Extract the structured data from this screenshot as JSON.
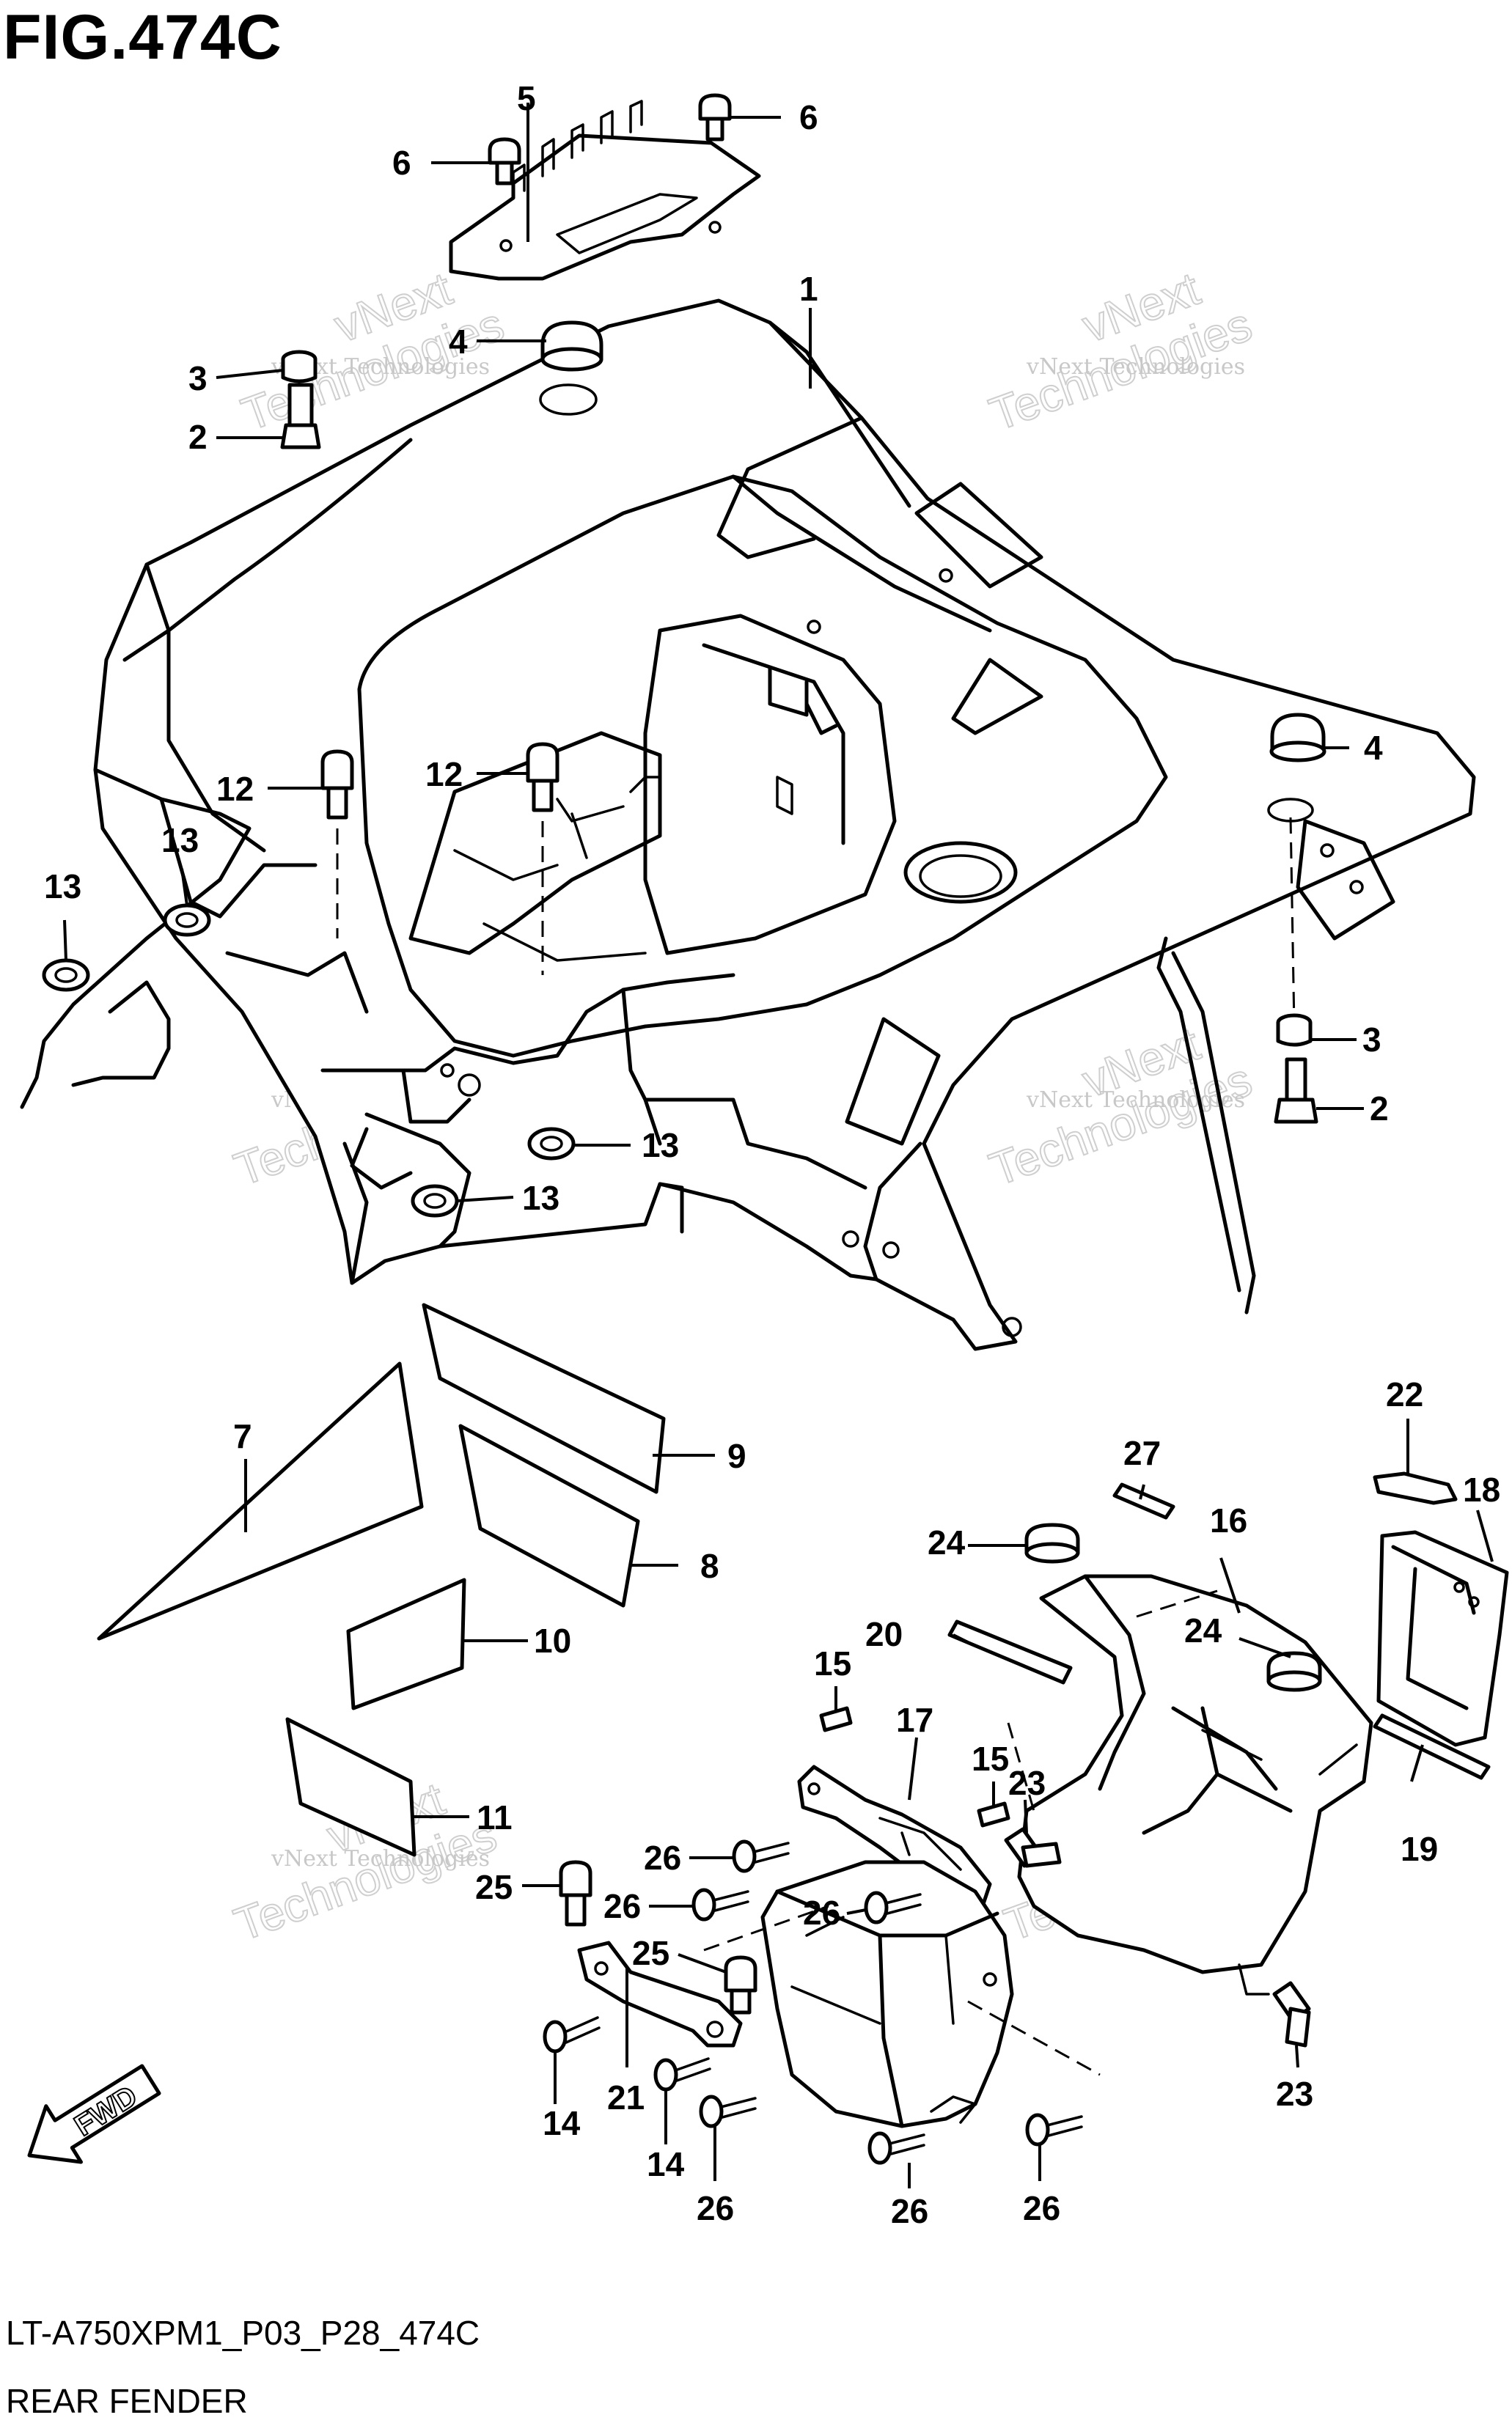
{
  "figure": {
    "title": "FIG.474C",
    "model_code": "LT-A750XPM1_P03_P28_474C",
    "name": "REAR FENDER"
  },
  "watermark": {
    "line1": "vNext",
    "line2": "Technologies",
    "small": "vNext Technologies"
  },
  "fwd_badge": {
    "label": "FWD",
    "icon": "forward-arrow-icon"
  },
  "callouts": [
    {
      "id": "c-1",
      "label": "1"
    },
    {
      "id": "c-2a",
      "label": "2"
    },
    {
      "id": "c-2b",
      "label": "2"
    },
    {
      "id": "c-3a",
      "label": "3"
    },
    {
      "id": "c-3b",
      "label": "3"
    },
    {
      "id": "c-4a",
      "label": "4"
    },
    {
      "id": "c-4b",
      "label": "4"
    },
    {
      "id": "c-5",
      "label": "5"
    },
    {
      "id": "c-6a",
      "label": "6"
    },
    {
      "id": "c-6b",
      "label": "6"
    },
    {
      "id": "c-7",
      "label": "7"
    },
    {
      "id": "c-8",
      "label": "8"
    },
    {
      "id": "c-9",
      "label": "9"
    },
    {
      "id": "c-10",
      "label": "10"
    },
    {
      "id": "c-11",
      "label": "11"
    },
    {
      "id": "c-12a",
      "label": "12"
    },
    {
      "id": "c-12b",
      "label": "12"
    },
    {
      "id": "c-13a",
      "label": "13"
    },
    {
      "id": "c-13b",
      "label": "13"
    },
    {
      "id": "c-13c",
      "label": "13"
    },
    {
      "id": "c-13d",
      "label": "13"
    },
    {
      "id": "c-14a",
      "label": "14"
    },
    {
      "id": "c-14b",
      "label": "14"
    },
    {
      "id": "c-15a",
      "label": "15"
    },
    {
      "id": "c-15b",
      "label": "15"
    },
    {
      "id": "c-16",
      "label": "16"
    },
    {
      "id": "c-17",
      "label": "17"
    },
    {
      "id": "c-18",
      "label": "18"
    },
    {
      "id": "c-19",
      "label": "19"
    },
    {
      "id": "c-20",
      "label": "20"
    },
    {
      "id": "c-21",
      "label": "21"
    },
    {
      "id": "c-22",
      "label": "22"
    },
    {
      "id": "c-23a",
      "label": "23"
    },
    {
      "id": "c-23b",
      "label": "23"
    },
    {
      "id": "c-24a",
      "label": "24"
    },
    {
      "id": "c-24b",
      "label": "24"
    },
    {
      "id": "c-25a",
      "label": "25"
    },
    {
      "id": "c-25b",
      "label": "25"
    },
    {
      "id": "c-26a",
      "label": "26"
    },
    {
      "id": "c-26b",
      "label": "26"
    },
    {
      "id": "c-26c",
      "label": "26"
    },
    {
      "id": "c-26d",
      "label": "26"
    },
    {
      "id": "c-26e",
      "label": "26"
    },
    {
      "id": "c-26f",
      "label": "26"
    },
    {
      "id": "c-27",
      "label": "27"
    }
  ]
}
